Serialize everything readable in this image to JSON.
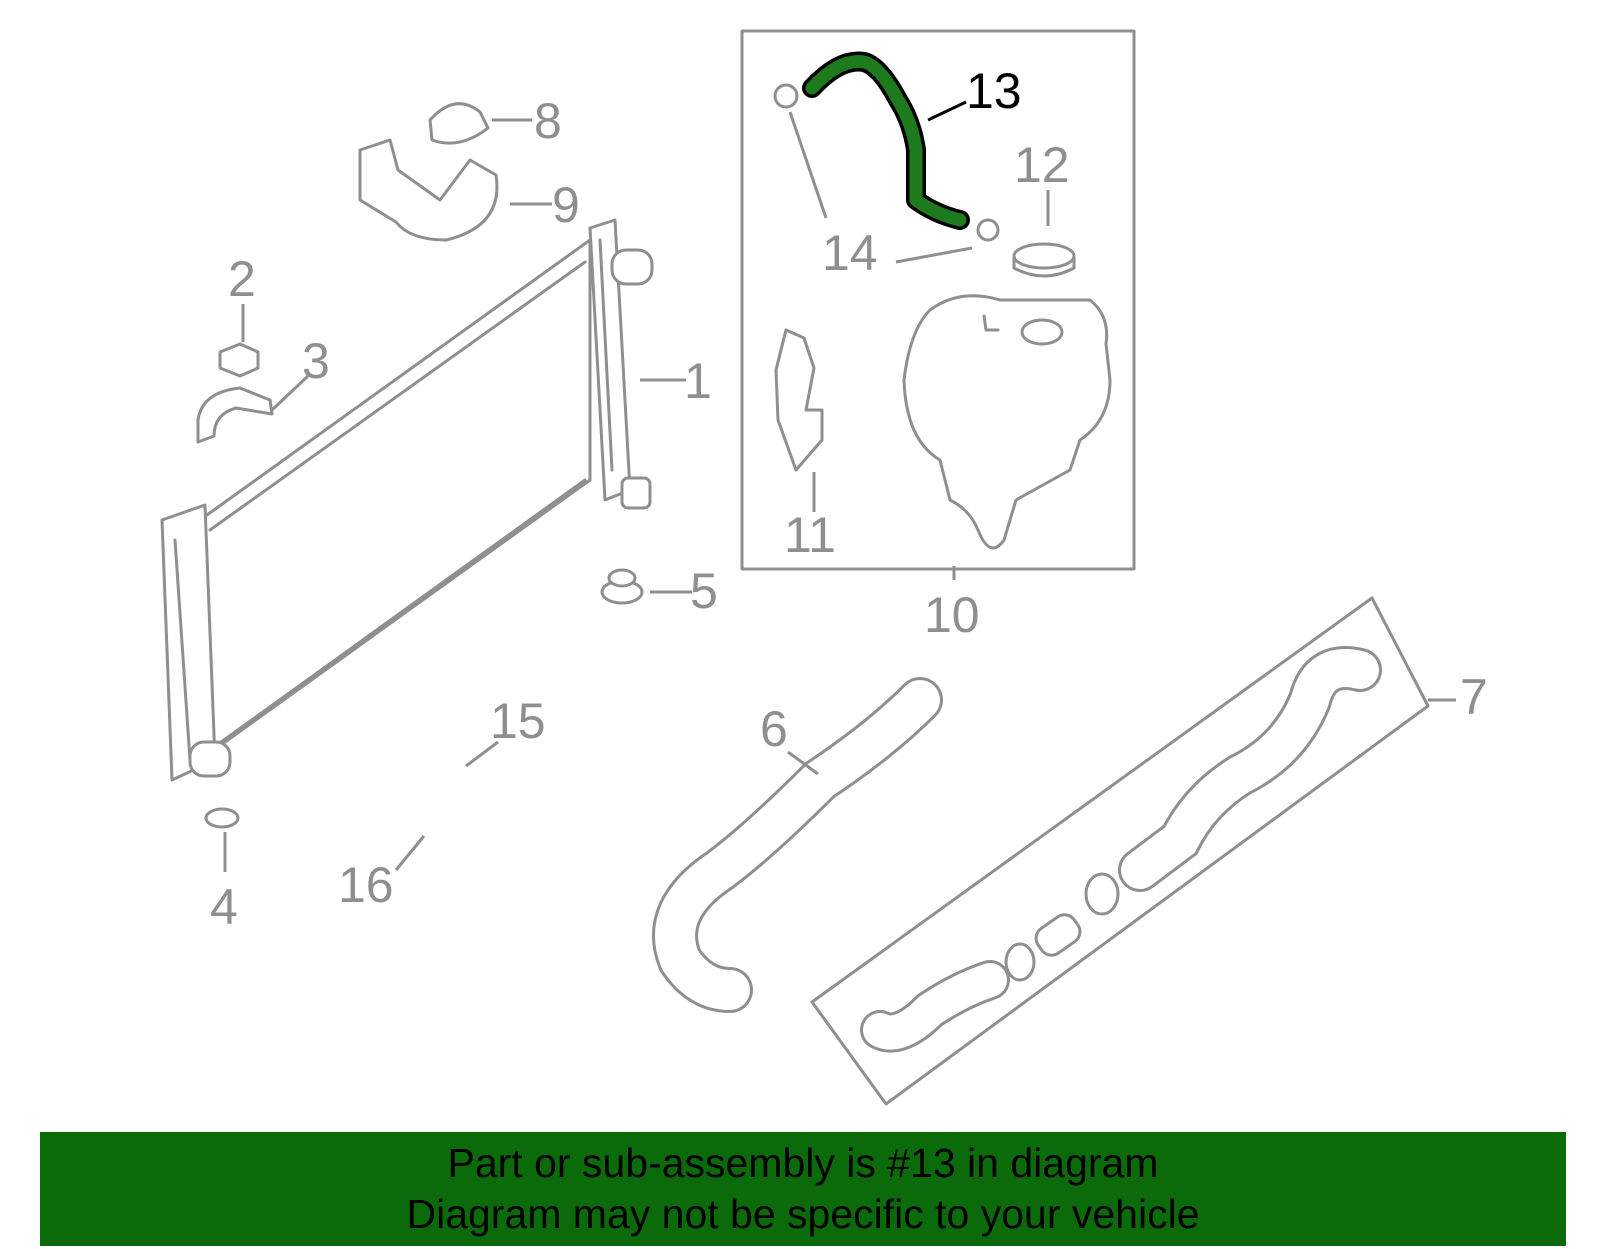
{
  "diagram": {
    "highlight_color": "#1d7a1d",
    "line_color": "#8f8f8f",
    "callouts": [
      "1",
      "2",
      "3",
      "4",
      "5",
      "6",
      "7",
      "8",
      "9",
      "10",
      "11",
      "12",
      "13",
      "14",
      "15",
      "16"
    ],
    "highlighted_callout": "13"
  },
  "footer": {
    "line1": "Part or sub-assembly is #13 in diagram",
    "line2": "Diagram may not be specific to your vehicle",
    "background": "#0b6b0b"
  }
}
